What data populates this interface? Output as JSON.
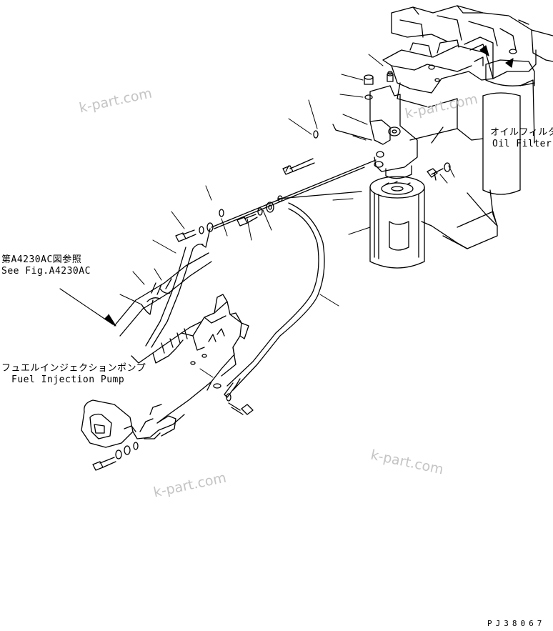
{
  "labels": {
    "oil_filter_jp": "オイルフィルタ",
    "oil_filter_en": "Oil Filter",
    "ref_fig_jp": "第A4230AC図参照",
    "ref_fig_en": "See Fig.A4230AC",
    "fuel_pump_jp": "フュエルインジェクションポンプ",
    "fuel_pump_en": "Fuel Injection Pump"
  },
  "watermarks": [
    "k-part.com",
    "k-part.com",
    "k-part.com",
    "k-part.com"
  ],
  "drawing_code": "PJ38067"
}
